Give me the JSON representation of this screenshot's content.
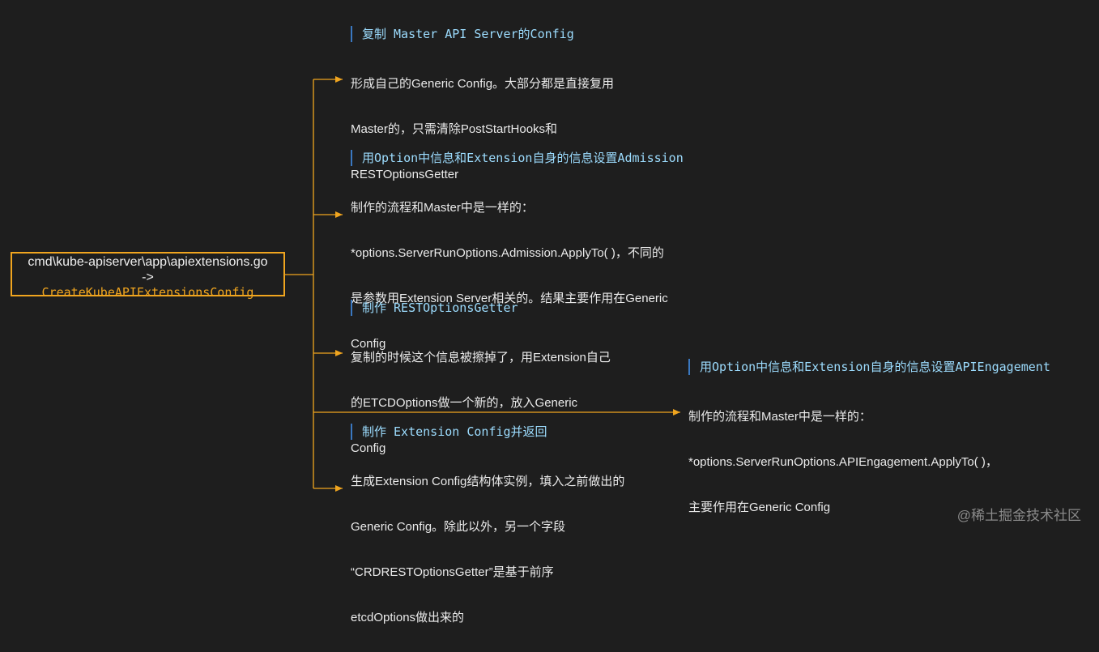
{
  "root": {
    "path": "cmd\\kube-apiserver\\app\\apiextensions.go",
    "arrow": "->",
    "func": "CreateKubeAPIExtensionsConfig"
  },
  "nodes": [
    {
      "title": "复制 Master API Server的Config",
      "body_lines": [
        "形成自己的Generic Config。大部分都是直接复用",
        "Master的，只需清除PostStartHooks和",
        "RESTOptionsGetter"
      ]
    },
    {
      "title": "用Option中信息和Extension自身的信息设置Admission",
      "body_lines": [
        "制作的流程和Master中是一样的：",
        "*options.ServerRunOptions.Admission.ApplyTo( )，不同的",
        "是参数用Extension Server相关的。结果主要作用在Generic",
        "Config"
      ]
    },
    {
      "title": "制作 RESTOptionsGetter",
      "body_lines": [
        "复制的时候这个信息被擦掉了，用Extension自己",
        "的ETCDOptions做一个新的，放入Generic",
        "Config"
      ]
    },
    {
      "title": "制作 Extension Config并返回",
      "body_lines": [
        "生成Extension Config结构体实例，填入之前做出的",
        "Generic Config。除此以外，另一个字段",
        "“CRDRESTOptionsGetter”是基于前序",
        "etcdOptions做出来的"
      ]
    },
    {
      "title": "用Option中信息和Extension自身的信息设置APIEngagement",
      "body_lines": [
        "制作的流程和Master中是一样的：",
        "*options.ServerRunOptions.APIEngagement.ApplyTo( )，",
        "主要作用在Generic Config"
      ]
    }
  ],
  "colors": {
    "background": "#1e1e1e",
    "accent": "#f0a51f",
    "title": "#9cdcfe",
    "title_bar": "#3a78c0"
  },
  "watermark": "@稀土掘金技术社区"
}
